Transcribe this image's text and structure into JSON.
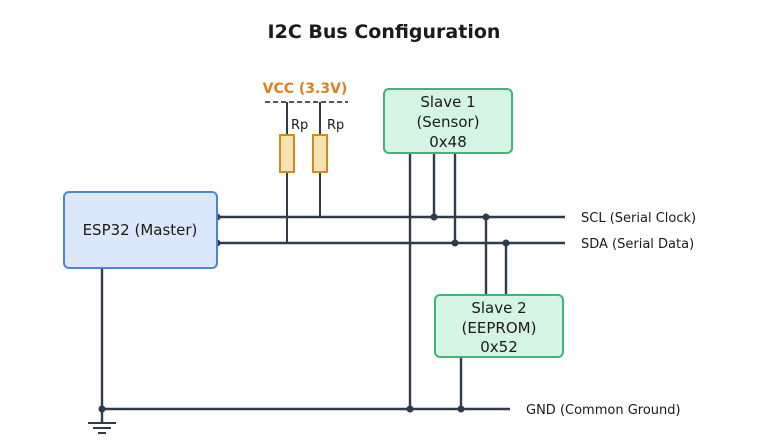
{
  "title": "I2C Bus Configuration",
  "master": {
    "label": "ESP32 (Master)"
  },
  "slave1": {
    "line1": "Slave 1",
    "line2": "(Sensor)",
    "line3": "0x48"
  },
  "slave2": {
    "line1": "Slave 2",
    "line2": "(EEPROM)",
    "line3": "0x52"
  },
  "vcc": {
    "label": "VCC (3.3V)"
  },
  "pullups": [
    {
      "label": "Rp"
    },
    {
      "label": "Rp"
    }
  ],
  "lines": {
    "scl": "SCL (Serial Clock)",
    "sda": "SDA (Serial Data)",
    "gnd": "GND (Common Ground)"
  },
  "colors": {
    "master_fill": "#dbe8fb",
    "master_stroke": "#4a86d8",
    "slave_fill": "#d6f4e4",
    "slave_stroke": "#3fb37a",
    "resistor_fill": "#f7e2b0",
    "resistor_stroke": "#d08a1e",
    "vcc_text": "#e07f1a",
    "wire": "#2f3b4a"
  }
}
